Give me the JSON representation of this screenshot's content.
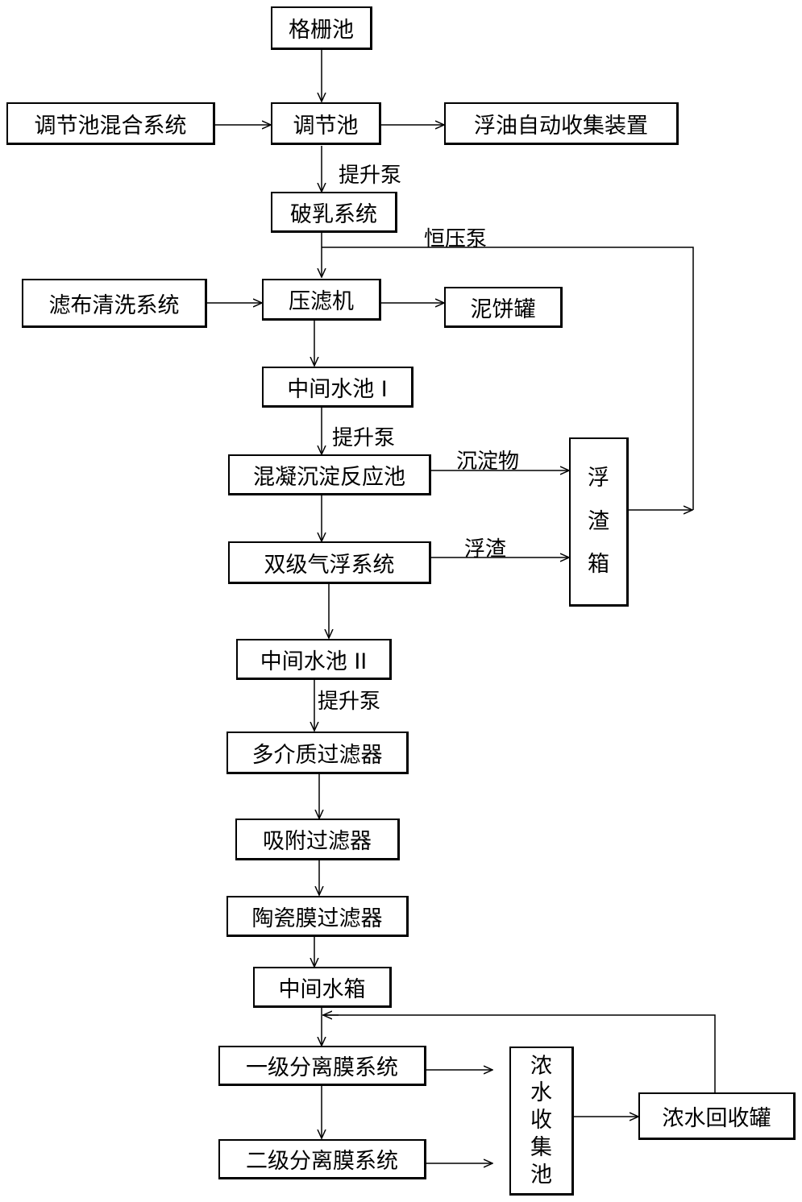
{
  "nodes": {
    "grille_tank": "格栅池",
    "regulating_mixing_system": "调节池混合系统",
    "regulating_tank": "调节池",
    "oil_collector": "浮油自动收集装置",
    "demulsify_system": "破乳系统",
    "cloth_wash_system": "滤布清洗系统",
    "filter_press": "压滤机",
    "cake_tank": "泥饼罐",
    "mid_pool_1": "中间水池 I",
    "coag_tank": "混凝沉淀反应池",
    "dual_air_float": "双级气浮系统",
    "scum_box": [
      "浮",
      "渣",
      "箱"
    ],
    "mid_pool_2": "中间水池 II",
    "multimedia_filter": "多介质过滤器",
    "adsorption_filter": "吸附过滤器",
    "ceramic_filter": "陶瓷膜过滤器",
    "mid_water_tank": "中间水箱",
    "stage1_membrane": "一级分离膜系统",
    "stage2_membrane": "二级分离膜系统",
    "conc_pool": [
      "浓",
      "水",
      "收",
      "集",
      "池"
    ],
    "conc_recovery_tank": "浓水回收罐"
  },
  "labels": {
    "lift_pump_1": "提升泵",
    "const_pressure_pump": "恒压泵",
    "lift_pump_2": "提升泵",
    "sediment": "沉淀物",
    "scum": "浮渣",
    "lift_pump_3": "提升泵"
  }
}
